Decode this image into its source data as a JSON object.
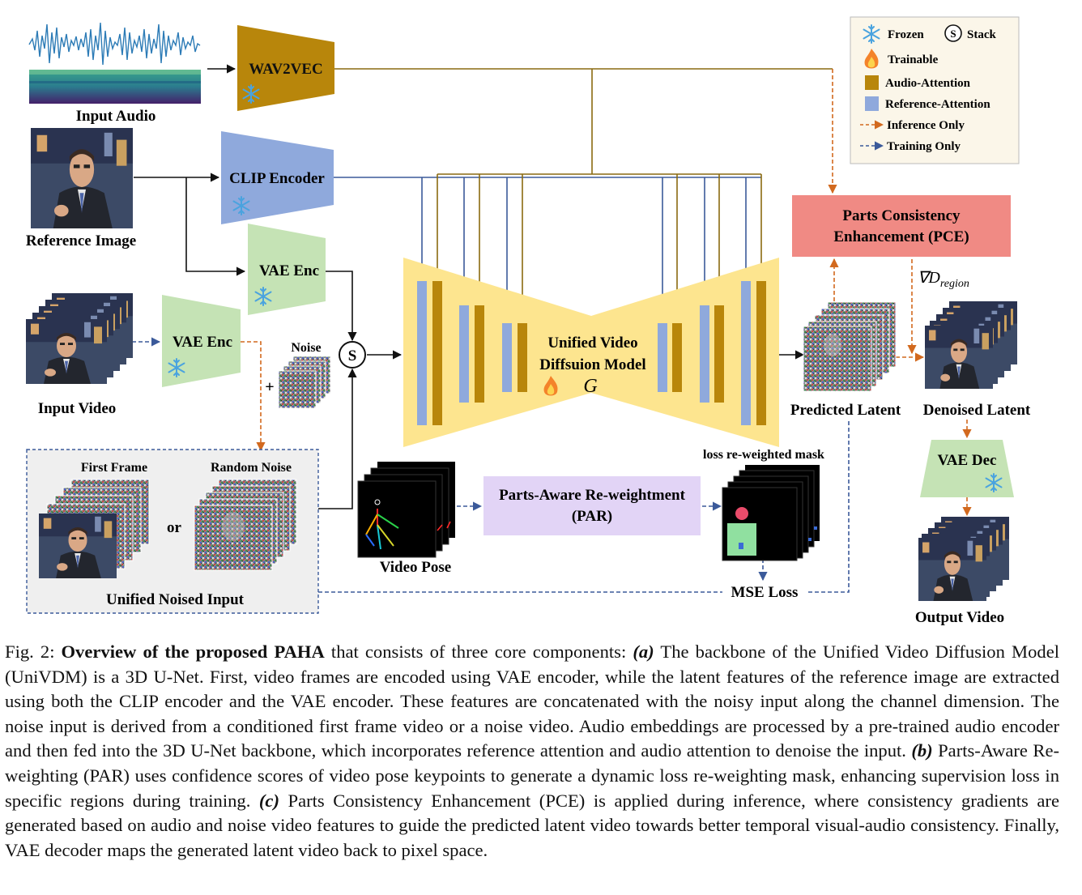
{
  "labels": {
    "input_audio": "Input Audio",
    "wav2vec": "WAV2VEC",
    "reference_image": "Reference Image",
    "clip_encoder": "CLIP Encoder",
    "vae_enc": "VAE Enc",
    "input_video": "Input Video",
    "noise": "Noise",
    "plus": "+",
    "stack": "S",
    "first_frame": "First Frame",
    "random_noise": "Random Noise",
    "or": "or",
    "unified_noised_input": "Unified Noised Input",
    "univdm_line1": "Unified Video",
    "univdm_line2": "Diffsuion Model",
    "univdm_symbol": "G",
    "video_pose": "Video Pose",
    "par_line1": "Parts-Aware Re-weightment",
    "par_line2": "(PAR)",
    "loss_mask": "loss re-weighted mask",
    "mse_loss": "MSE Loss",
    "pce_line1": "Parts Consistency",
    "pce_line2": "Enhancement (PCE)",
    "grad_nabla": "∇D",
    "grad_sub": "region",
    "predicted_latent": "Predicted Latent",
    "denoised_latent": "Denoised Latent",
    "vae_dec": "VAE Dec",
    "output_video": "Output Video"
  },
  "legend": {
    "frozen": "Frozen",
    "stack": "Stack",
    "stack_symbol": "S",
    "trainable": "Trainable",
    "audio_attention": "Audio-Attention",
    "reference_attention": "Reference-Attention",
    "inference_only": "Inference Only",
    "training_only": "Training Only"
  },
  "colors": {
    "audio_attention": "#b8860b",
    "reference_attention": "#8fa9dc",
    "clip_encoder": "#8fa9dc",
    "vae_enc": "#c5e3b5",
    "unet": "#fde58f",
    "par": "#e2d4f6",
    "pce": "#f08a84",
    "inference_arrow": "#d2691e",
    "training_arrow": "#3b5a9a",
    "legend_bg": "#fbf6e9"
  },
  "caption": {
    "label": "Fig. 2:",
    "title": "Overview of the proposed PAHA",
    "s1": " that consists of three core components: ",
    "a": "(a)",
    "s2": " The backbone of the Unified Video Diffusion Model (UniVDM) is a 3D U-Net. First, video frames are encoded using VAE encoder, while the latent features of the reference image are extracted using both the CLIP encoder and the VAE encoder. These features are concatenated with the noisy input along the channel dimension. The noise input is derived from a conditioned first frame video or a noise video. Audio embeddings are processed by a pre-trained audio encoder and then fed into the 3D U-Net backbone, which incorporates reference attention and audio attention to denoise the input. ",
    "b": "(b)",
    "s3": " Parts-Aware Re-weighting (PAR) uses confidence scores of video pose keypoints to generate a dynamic loss re-weighting mask, enhancing supervision loss in specific regions during training. ",
    "c": "(c)",
    "s4": " Parts Consistency Enhancement (PCE) is applied during inference, where consistency gradients are generated based on audio and noise video features to guide the predicted latent video towards better temporal visual-audio consistency. Finally, VAE decoder maps the generated latent video back to pixel space."
  }
}
